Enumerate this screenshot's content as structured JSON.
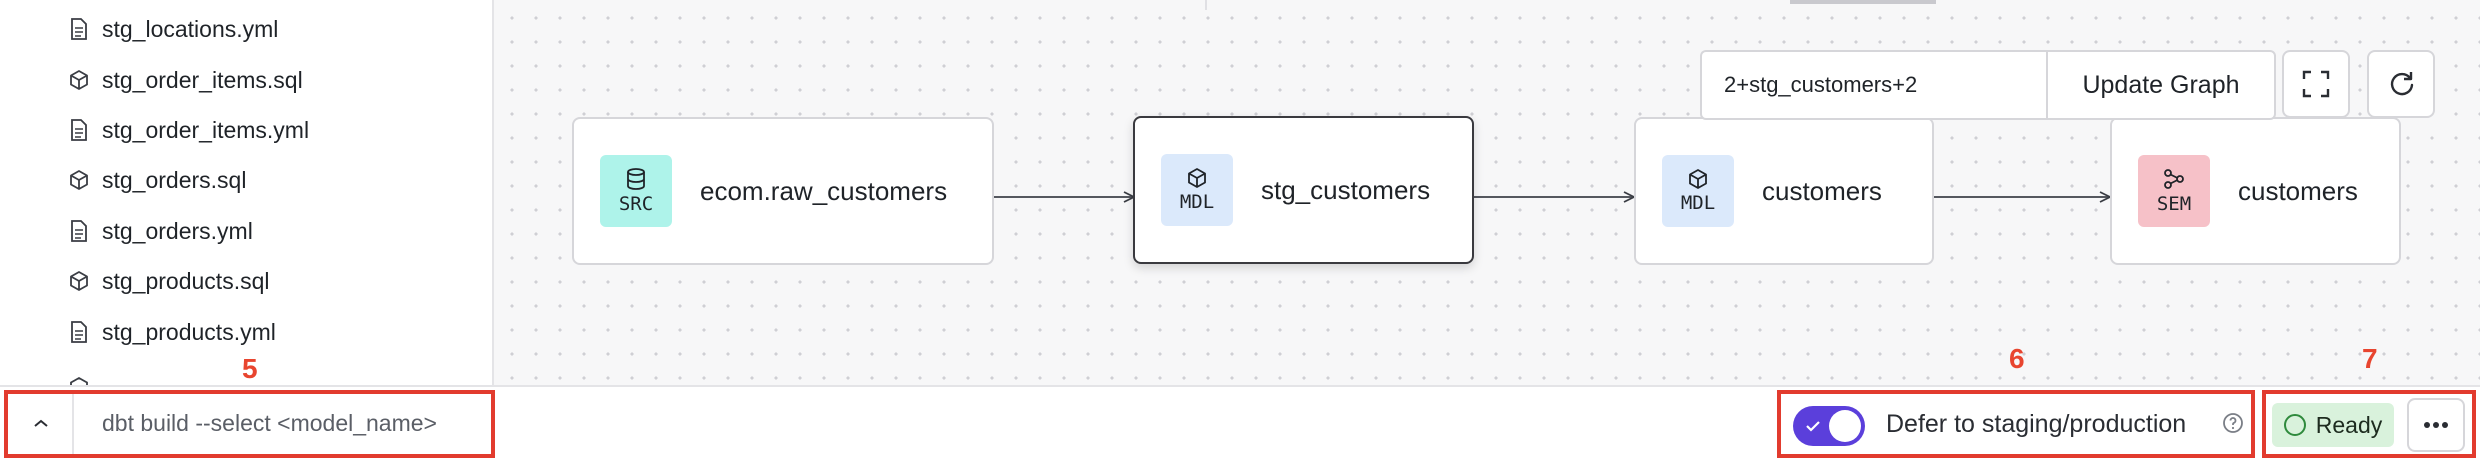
{
  "sidebar": {
    "files": [
      {
        "name": "stg_locations.yml",
        "icon": "file-icon"
      },
      {
        "name": "stg_order_items.sql",
        "icon": "model-cube-icon"
      },
      {
        "name": "stg_order_items.yml",
        "icon": "file-icon"
      },
      {
        "name": "stg_orders.sql",
        "icon": "model-cube-icon"
      },
      {
        "name": "stg_orders.yml",
        "icon": "file-icon"
      },
      {
        "name": "stg_products.sql",
        "icon": "model-cube-icon"
      },
      {
        "name": "stg_products.yml",
        "icon": "file-icon"
      }
    ]
  },
  "graph": {
    "selector_value": "2+stg_customers+2",
    "update_label": "Update Graph",
    "nodes": [
      {
        "badge": "SRC",
        "label": "ecom.raw_customers",
        "badge_color": "#aef3ea",
        "icon": "database-icon"
      },
      {
        "badge": "MDL",
        "label": "stg_customers",
        "badge_color": "#dbe9fb",
        "icon": "model-cube-icon"
      },
      {
        "badge": "MDL",
        "label": "customers",
        "badge_color": "#dbe9fb",
        "icon": "model-cube-icon"
      },
      {
        "badge": "SEM",
        "label": "customers",
        "badge_color": "#f6c1c8",
        "icon": "semantic-icon"
      }
    ]
  },
  "bottom": {
    "command": "dbt build --select <model_name>",
    "defer_label": "Defer to staging/production",
    "status": "Ready"
  },
  "annotations": {
    "n5": "5",
    "n6": "6",
    "n7": "7"
  },
  "colors": {
    "accent": "#5b3fdb",
    "annotation": "#e23b2e",
    "ready_bg": "#d9f2dc"
  }
}
